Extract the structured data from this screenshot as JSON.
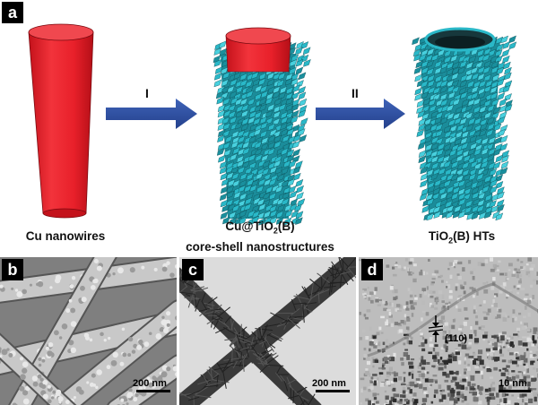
{
  "panels": {
    "a": {
      "letter": "a"
    },
    "b": {
      "letter": "b",
      "scale_bar": "200 nm"
    },
    "c": {
      "letter": "c",
      "scale_bar": "200 nm"
    },
    "d": {
      "letter": "d",
      "scale_bar": "10 nm",
      "lattice_label": "(110)"
    }
  },
  "schematic": {
    "step1": "I",
    "step2": "II",
    "caption1": "Cu nanowires",
    "caption2_line1_prefix": "Cu@TiO",
    "caption2_line1_sub": "2",
    "caption2_line1_suffix": "(B)",
    "caption2_line2": "core-shell nanostructures",
    "caption3_prefix": "TiO",
    "caption3_sub": "2",
    "caption3_suffix": "(B) HTs"
  },
  "colors": {
    "copper_rod": "#e8202a",
    "tio2_flakes": "#2ab8c8",
    "arrow": "#2e4fa3"
  }
}
